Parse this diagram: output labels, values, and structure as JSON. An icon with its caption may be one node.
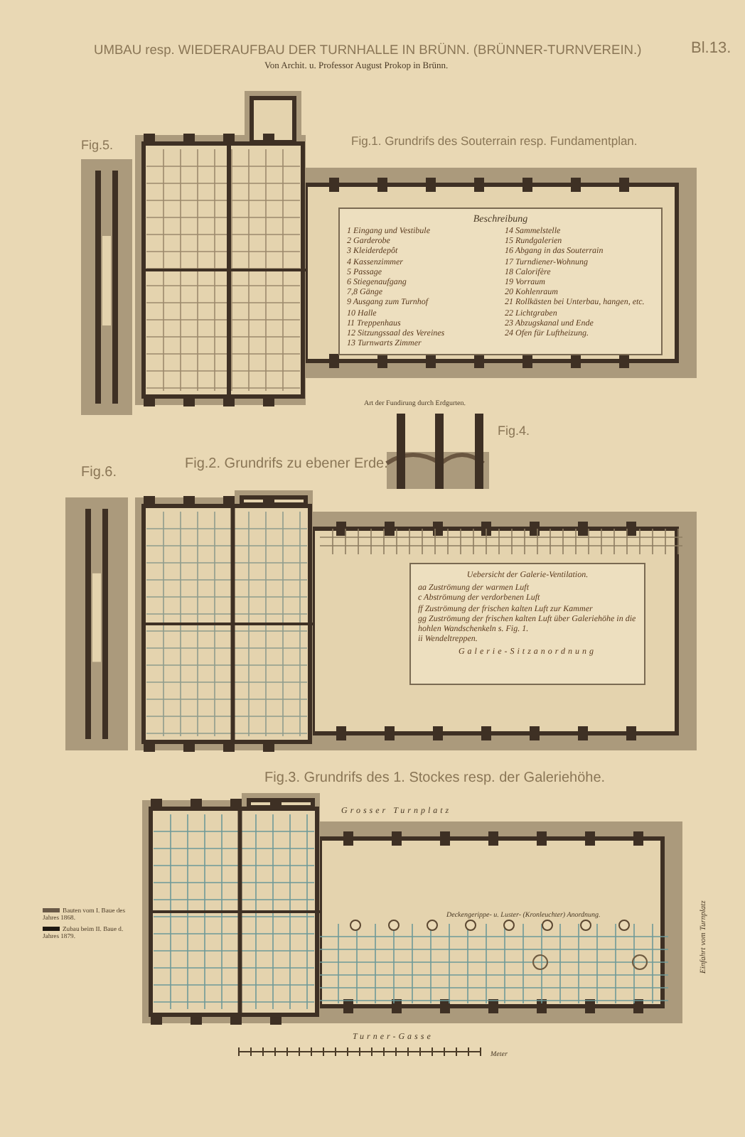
{
  "diagram": {
    "title": "UMBAU resp. WIEDERAUFBAU DER TURNHALLE IN BRÜNN. (BRÜNNER-TURNVEREIN.)",
    "nodes": [
      {
        "text": [
          "Beschreibung",
          "1 Eingang und Vestibule",
          "2 Garderobe",
          "3 Kleiderdepôt",
          "4 Kassenzimmer",
          "5 Passage",
          "6 Stiegenaufgang",
          "7,8 Gänge",
          "9 Ausgang zum Turnhof",
          "10 Halle",
          "11 Treppenhaus",
          "12 Sitzungssaal des Vereines",
          "13 Turnwarts Zimmer",
          "14 Sammelstelle",
          "15 Rundgalerien",
          "16 Abgang in das Souterrain",
          "17 Turndiener-Wohnung",
          "18 Calorifère",
          "19 Vorraum",
          "20 Kohlenraum",
          "21 Rollkästen bei Unterbau, hangen, etc.",
          "22 Lichtgraben",
          "23 Abzugskanal und Ende",
          "24 Ofen für Luftheizung."
        ]
      },
      {
        "text": [
          "Uebersicht der Galerie-Ventilation.",
          "aa Zuströmung der warmen Luft",
          "c Abströmung der verdorbenen Luft",
          "ff Zuströmung der frischen kalten Luft zur Kammer",
          "gg Zuströmung der frischen kalten Luft über Galeriehöhe in die hohlen Wandschenkeln s. Fig. 1.",
          "ii Wendeltreppen.",
          "Galerie-Sitzanordnung"
        ]
      }
    ],
    "labels": [
      "Bl.13.",
      "Von Archit. u. Professor August Prokop in Brünn.",
      "Fig.5.",
      "Fig.1. Grundrifs des Souterrain resp. Fundamentplan.",
      "Art der Fundirung durch Erdgurten.",
      "Fig.4.",
      "Fig.2. Grundrifs zu ebener Erde.",
      "Fig.6.",
      "Fig.3. Grundrifs des 1. Stockes resp. der Galeriehöhe.",
      "Grosser Turnplatz",
      "Deckengerippe- u. Luster- (Kronleuchter) Anordnung.",
      "Einfahrt vom Turnplatz",
      "Turner-Gasse",
      "Meter"
    ],
    "legend": [
      {
        "text": "Bauten vom I. Baue des Jahres 1868.",
        "color": "#6a5a48"
      },
      {
        "text": "Zubau beim II. Baue d. Jahres 1879.",
        "color": "#1e1812"
      }
    ]
  }
}
